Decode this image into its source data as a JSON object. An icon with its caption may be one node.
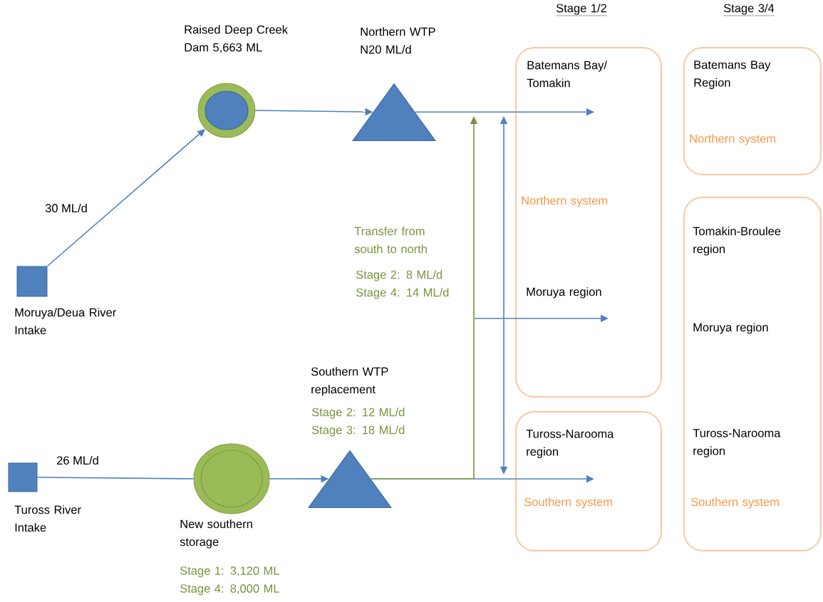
{
  "diagram": {
    "nodes": [
      {
        "text": [
          "Moruya/Deua River Intake"
        ]
      },
      {
        "text": [
          "Raised Deep Creek Dam 5,663 ML"
        ]
      },
      {
        "text": [
          "Northern WTP N20 ML/d"
        ]
      },
      {
        "text": [
          "Tuross River Intake"
        ]
      },
      {
        "text": [
          "New southern storage",
          "Stage 1: 3,120 ML Stage 4: 8,000 ML"
        ]
      },
      {
        "text": [
          "Southern WTP replacement",
          "Stage 2: 12 ML/d Stage 3: 18 ML/d"
        ]
      },
      {
        "text": [
          "Batemans Bay/ Tomakin",
          "Northern system",
          "Moruya region"
        ]
      },
      {
        "text": [
          "Tuross-Narooma region",
          "Southern system"
        ]
      },
      {
        "text": [
          "Batemans Bay Region",
          "Northern system"
        ]
      },
      {
        "text": [
          "Tomakin-Broulee region",
          "Moruya region",
          "Tuross-Narooma region",
          "Southern system"
        ]
      }
    ],
    "edges": [
      {
        "from": 0,
        "to": 1,
        "arrow": "to",
        "label": "30 ML/d"
      },
      {
        "from": 1,
        "to": 2,
        "arrow": "to"
      },
      {
        "from": 2,
        "to": 6,
        "arrow": "to"
      },
      {
        "from": 3,
        "to": 4,
        "arrow": "none",
        "label": "26 ML/d"
      },
      {
        "from": 4,
        "to": 5,
        "arrow": "to"
      },
      {
        "from": 5,
        "to": 7,
        "arrow": "to"
      },
      {
        "from": 5,
        "to": null,
        "arrow": "to",
        "color": "#77933c"
      },
      {
        "from": null,
        "to": 6,
        "arrow": "to"
      },
      {
        "from": 6,
        "to": 7,
        "arrow": "both"
      }
    ],
    "labels": [
      "Stage 1/2",
      "Stage 3/4",
      "Transfer from south to north",
      "Stage 2: 8 ML/d Stage 4: 14 ML/d"
    ]
  }
}
